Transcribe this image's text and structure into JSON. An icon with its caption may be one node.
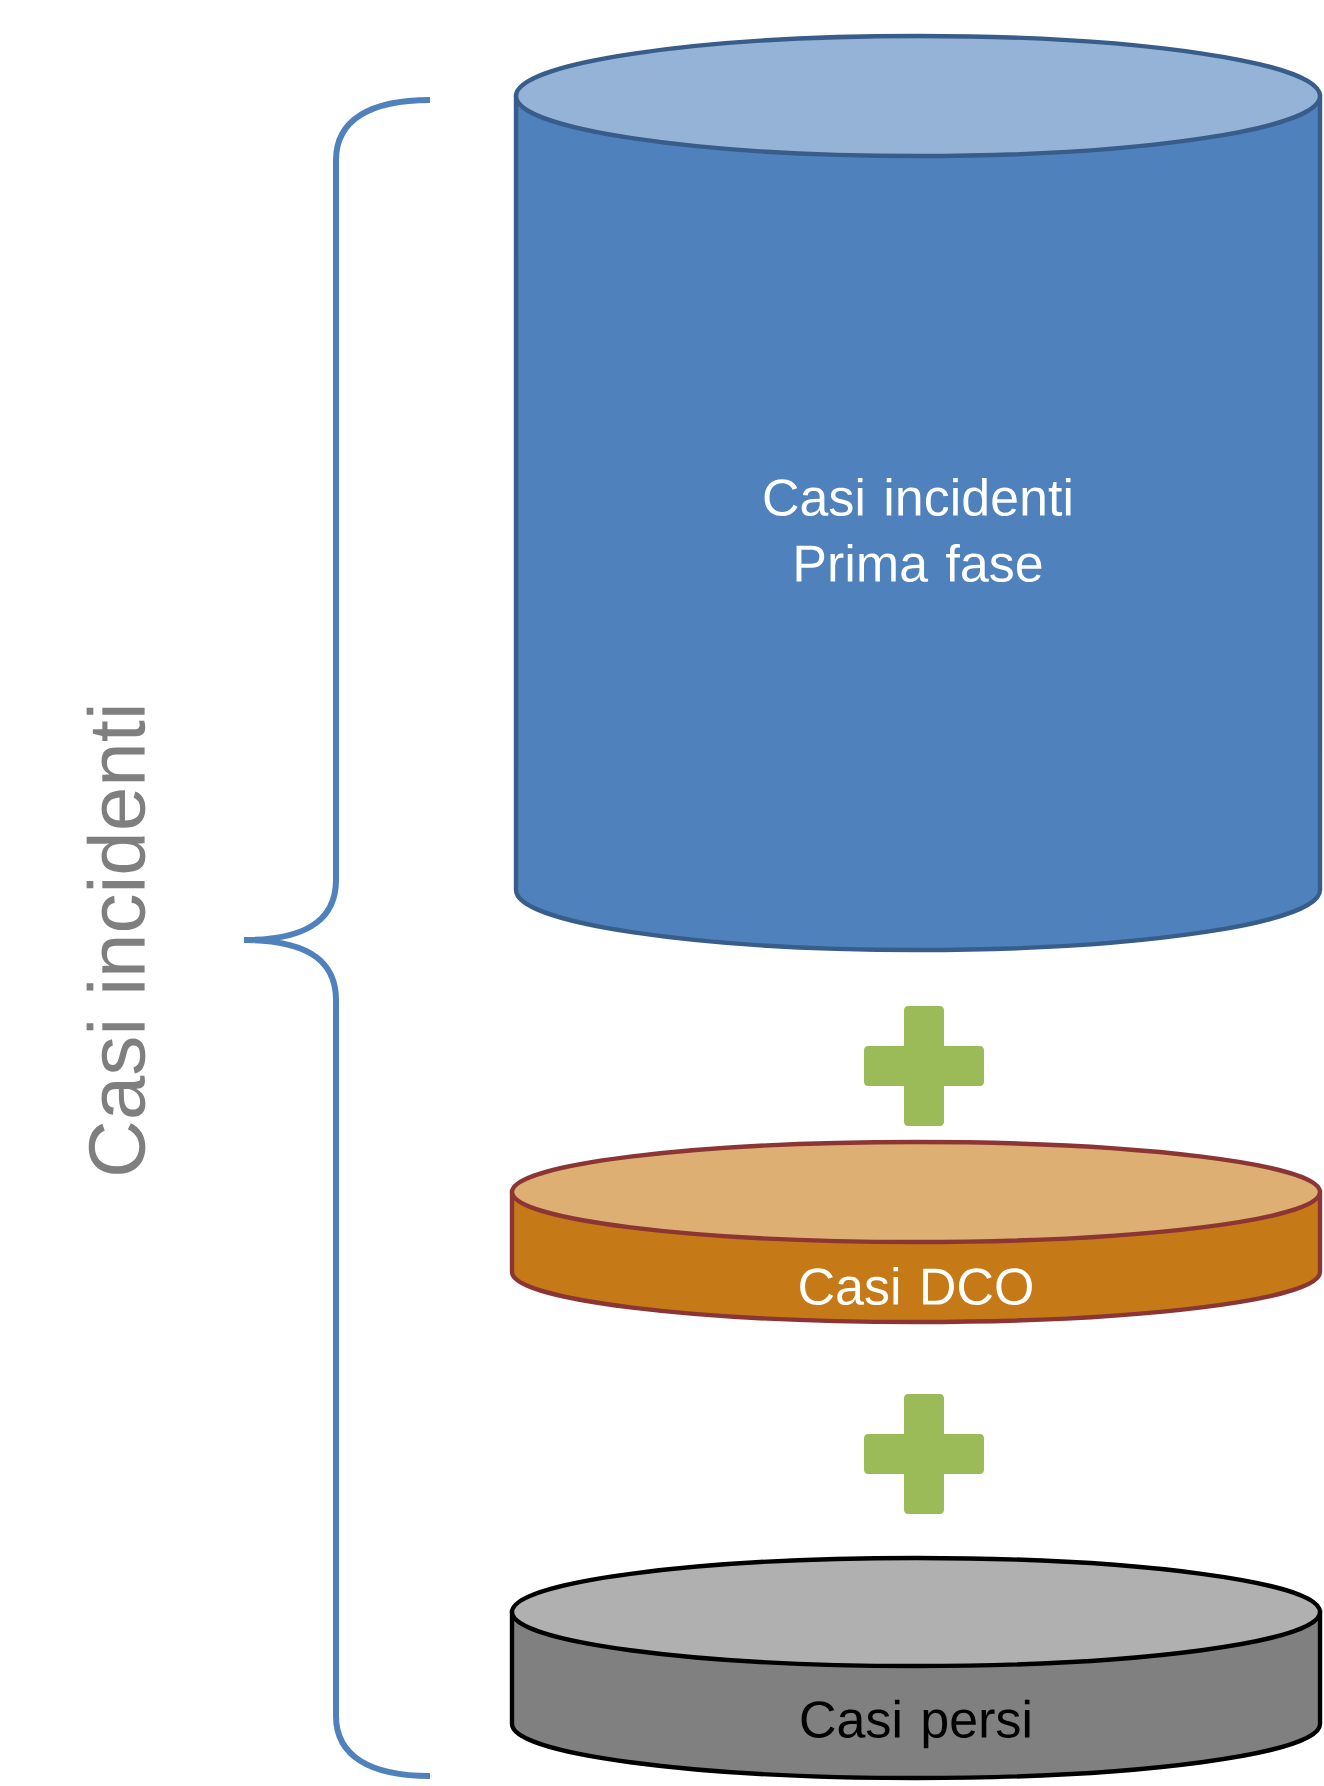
{
  "diagram": {
    "nodes": [
      {
        "text": [
          "Casi incidenti Prima fase"
        ]
      },
      {
        "text": [
          "Casi DCO"
        ]
      },
      {
        "text": [
          "Casi persi"
        ]
      }
    ],
    "labels": [
      "Casi incidenti"
    ]
  }
}
